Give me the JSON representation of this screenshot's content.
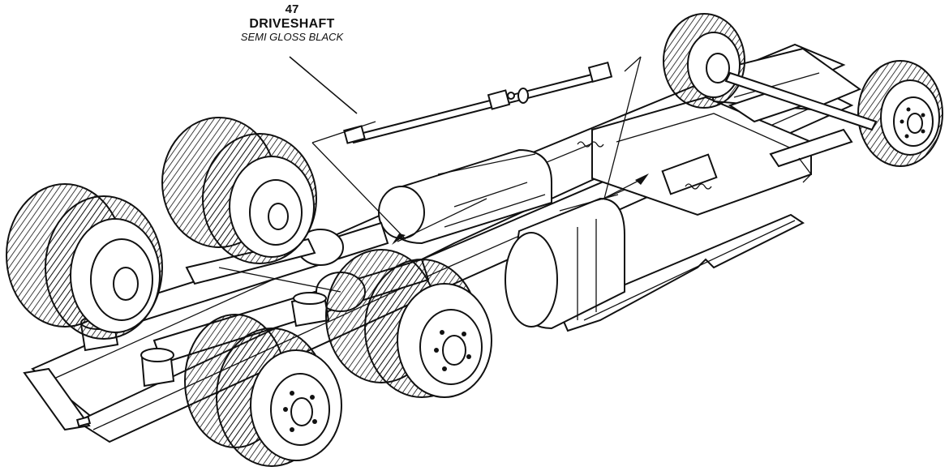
{
  "callout": {
    "part_number": "47",
    "part_name": "DRIVESHAFT",
    "finish": "SEMI GLOSS BLACK"
  },
  "colors": {
    "ink": "#111111",
    "paper": "#ffffff"
  }
}
